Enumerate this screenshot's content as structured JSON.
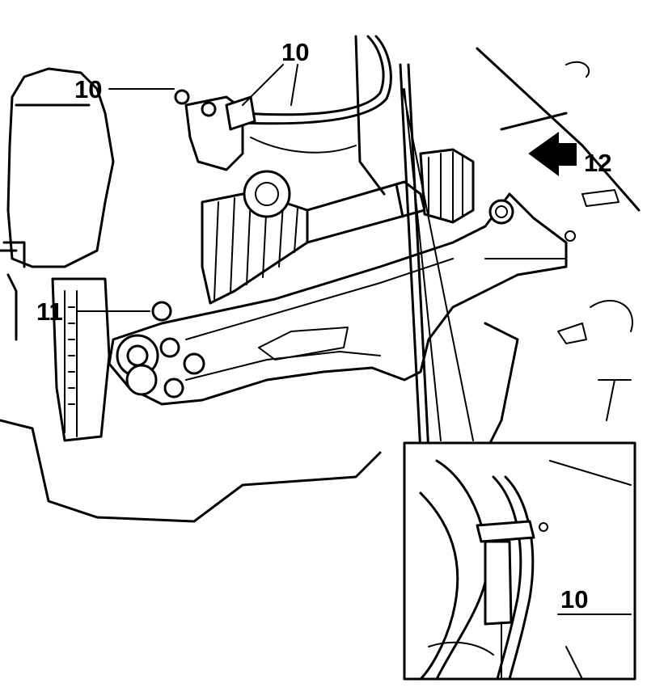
{
  "callouts": {
    "bracket_top_left": "10",
    "bracket_top_center": "10",
    "wheel_bearing_bolt": "11",
    "arrow_direction": "12",
    "detail_inset": "10"
  },
  "colors": {
    "ink": "#000000",
    "paper": "#ffffff"
  }
}
